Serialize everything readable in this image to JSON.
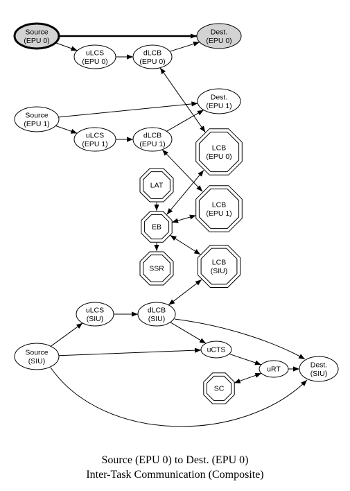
{
  "caption": {
    "line1": "Source (EPU 0) to Dest. (EPU 0)",
    "line2": "Inter-Task Communication (Composite)"
  },
  "colors": {
    "highlight_fill": "#d3d3d3",
    "stroke": "#000000",
    "background": "#ffffff"
  },
  "nodes": [
    {
      "id": "src-epu0",
      "lines": [
        "Source",
        "(EPU 0)"
      ],
      "shape": "ellipse",
      "style": "highlight-bold"
    },
    {
      "id": "dest-epu0",
      "lines": [
        "Dest.",
        "(EPU 0)"
      ],
      "shape": "ellipse",
      "style": "highlight"
    },
    {
      "id": "ulcs-epu0",
      "lines": [
        "uLCS",
        "(EPU 0)"
      ],
      "shape": "ellipse"
    },
    {
      "id": "dlcb-epu0",
      "lines": [
        "dLCB",
        "(EPU 0)"
      ],
      "shape": "ellipse"
    },
    {
      "id": "src-epu1",
      "lines": [
        "Source",
        "(EPU 1)"
      ],
      "shape": "ellipse"
    },
    {
      "id": "dest-epu1",
      "lines": [
        "Dest.",
        "(EPU 1)"
      ],
      "shape": "ellipse"
    },
    {
      "id": "ulcs-epu1",
      "lines": [
        "uLCS",
        "(EPU 1)"
      ],
      "shape": "ellipse"
    },
    {
      "id": "dlcb-epu1",
      "lines": [
        "dLCB",
        "(EPU 1)"
      ],
      "shape": "ellipse"
    },
    {
      "id": "lcb-epu0",
      "lines": [
        "LCB",
        "(EPU 0)"
      ],
      "shape": "octagon"
    },
    {
      "id": "lat",
      "lines": [
        "LAT"
      ],
      "shape": "octagon"
    },
    {
      "id": "lcb-epu1",
      "lines": [
        "LCB",
        "(EPU 1)"
      ],
      "shape": "octagon"
    },
    {
      "id": "eb",
      "lines": [
        "EB"
      ],
      "shape": "octagon"
    },
    {
      "id": "ssr",
      "lines": [
        "SSR"
      ],
      "shape": "octagon"
    },
    {
      "id": "lcb-siu",
      "lines": [
        "LCB",
        "(SIU)"
      ],
      "shape": "octagon"
    },
    {
      "id": "ulcs-siu",
      "lines": [
        "uLCS",
        "(SIU)"
      ],
      "shape": "ellipse"
    },
    {
      "id": "dlcb-siu",
      "lines": [
        "dLCB",
        "(SIU)"
      ],
      "shape": "ellipse"
    },
    {
      "id": "src-siu",
      "lines": [
        "Source",
        "(SIU)"
      ],
      "shape": "ellipse"
    },
    {
      "id": "ucts",
      "lines": [
        "uCTS"
      ],
      "shape": "ellipse"
    },
    {
      "id": "urt",
      "lines": [
        "uRT"
      ],
      "shape": "ellipse"
    },
    {
      "id": "dest-siu",
      "lines": [
        "Dest.",
        "(SIU)"
      ],
      "shape": "ellipse"
    },
    {
      "id": "sc",
      "lines": [
        "SC"
      ],
      "shape": "octagon"
    }
  ],
  "edges": [
    {
      "from": "src-epu0",
      "to": "dest-epu0",
      "bold": true
    },
    {
      "from": "src-epu0",
      "to": "ulcs-epu0"
    },
    {
      "from": "ulcs-epu0",
      "to": "dlcb-epu0"
    },
    {
      "from": "dlcb-epu0",
      "to": "dest-epu0"
    },
    {
      "from": "dlcb-epu0",
      "to": "lcb-epu0",
      "both": true
    },
    {
      "from": "src-epu1",
      "to": "dest-epu1"
    },
    {
      "from": "src-epu1",
      "to": "ulcs-epu1"
    },
    {
      "from": "ulcs-epu1",
      "to": "dlcb-epu1"
    },
    {
      "from": "dlcb-epu1",
      "to": "dest-epu1"
    },
    {
      "from": "dlcb-epu1",
      "to": "lcb-epu1",
      "both": true
    },
    {
      "from": "lcb-epu0",
      "to": "eb",
      "both": true
    },
    {
      "from": "lat",
      "to": "eb"
    },
    {
      "from": "lcb-epu1",
      "to": "eb",
      "both": true
    },
    {
      "from": "eb",
      "to": "ssr"
    },
    {
      "from": "eb",
      "to": "lcb-siu",
      "both": true
    },
    {
      "from": "dlcb-siu",
      "to": "lcb-siu",
      "both": true
    },
    {
      "from": "ulcs-siu",
      "to": "dlcb-siu"
    },
    {
      "from": "src-siu",
      "to": "ulcs-siu"
    },
    {
      "from": "src-siu",
      "to": "ucts"
    },
    {
      "from": "src-siu",
      "to": "dest-siu"
    },
    {
      "from": "dlcb-siu",
      "to": "ucts"
    },
    {
      "from": "dlcb-siu",
      "to": "dest-siu"
    },
    {
      "from": "ucts",
      "to": "urt"
    },
    {
      "from": "sc",
      "to": "urt",
      "both": true
    },
    {
      "from": "urt",
      "to": "dest-siu"
    }
  ]
}
